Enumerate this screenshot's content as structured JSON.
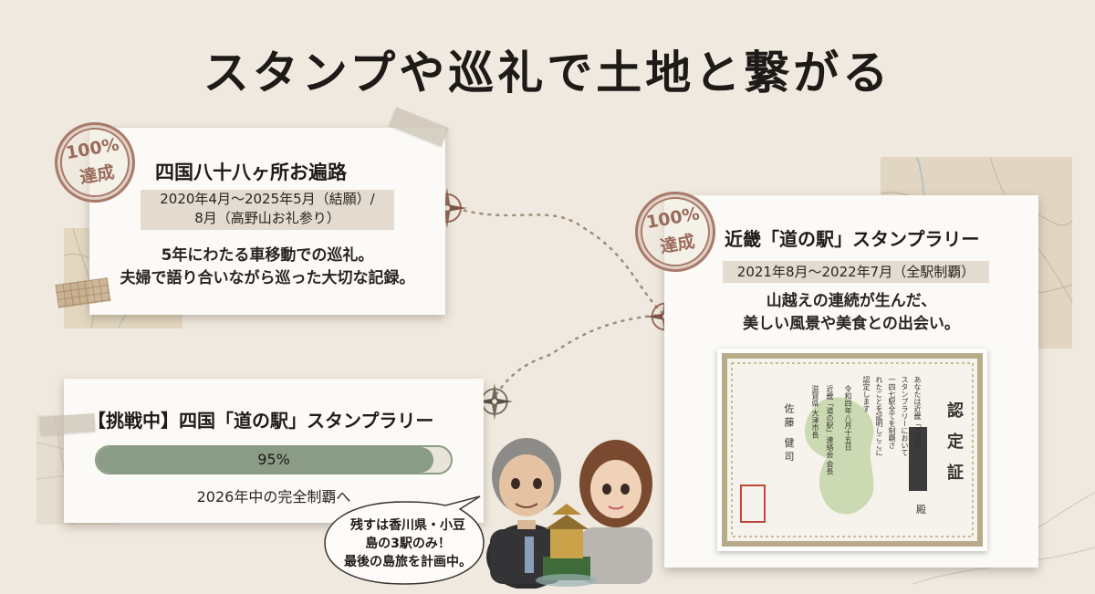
{
  "title": "スタンプや巡礼で土地と繋がる",
  "card_ohenro": {
    "badge_percent": "100%",
    "badge_label": "達成",
    "title": "四国八十八ヶ所お遍路",
    "date_line1": "2020年4月～2025年5月（結願）/",
    "date_line2": "8月（高野山お礼参り）",
    "desc_line1": "5年にわたる車移動での巡礼。",
    "desc_line2": "夫婦で語り合いながら巡った大切な記録。"
  },
  "card_kinki": {
    "badge_percent": "100%",
    "badge_label": "達成",
    "title": "近畿「道の駅」スタンプラリー",
    "date": "2021年8月～2022年7月（全駅制覇）",
    "desc_line1": "山越えの連続が生んだ、",
    "desc_line2": "美しい風景や美食との出会い。"
  },
  "certificate": {
    "heading": "認定証",
    "recipient_suffix": "殿",
    "body_col1": "あなたは近畿「道の駅」",
    "body_col2": "スタンプラリーにおいて",
    "body_col3": "一四七駅全てを制覇さ",
    "body_col4": "れたことを証明しここに",
    "body_col5": "認定します",
    "date": "令和四年八月十五日",
    "org": "近畿「道の駅」連絡会 会長",
    "office": "滋賀県 大津市長",
    "signer": "佐藤 健司"
  },
  "card_shikoku": {
    "title": "【挑戦中】四国「道の駅」スタンプラリー",
    "progress_label": "95%",
    "progress_value": 0.95,
    "goal": "2026年中の完全制覇へ"
  },
  "speech_bubble": {
    "line1": "残すは香川県・小豆",
    "line2": "島の3駅のみ！",
    "line3": "最後の島旅を計画中。"
  },
  "icons": [
    "compass-rose-icon",
    "compass-rose-icon",
    "compass-rose-icon",
    "compass-rose-icon"
  ],
  "colors": {
    "background": "#efe9df",
    "stamp": "#a9796a",
    "progress": "#8a9b86",
    "date_band": "#e4dbd0"
  }
}
